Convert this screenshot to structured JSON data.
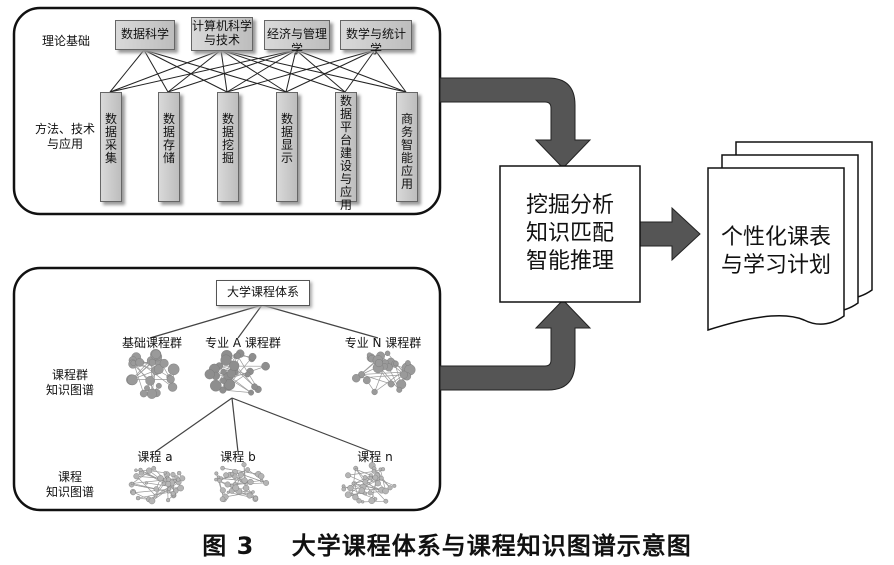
{
  "panel1": {
    "row_label_top": "理论基础",
    "row_label_bottom": "方法、技术\n与应用",
    "theory": [
      "数据科学",
      "计算机科学\n与技术",
      "经济与管理学",
      "数学与统计学"
    ],
    "methods": [
      "数据采集",
      "数据存储",
      "数据挖掘",
      "数据显示",
      "数据平台建设与应用",
      "商务智能应用"
    ]
  },
  "panel2": {
    "system_title": "大学课程体系",
    "row_label_groups": "课程群\n知识图谱",
    "row_label_courses": "课程\n知识图谱",
    "groups": [
      "基础课程群",
      "专业 A 课程群",
      "专业 N 课程群"
    ],
    "courses": [
      "课程 a",
      "课程 b",
      "课程 n"
    ]
  },
  "center": {
    "text": "挖掘分析\n知识匹配\n智能推理"
  },
  "output": {
    "text": "个性化课表\n与学习计划"
  },
  "caption": "图 3    大学课程体系与课程知识图谱示意图",
  "colors": {
    "arrow": "#555555",
    "box_gray": "#c8c8c8",
    "border": "#333333"
  }
}
